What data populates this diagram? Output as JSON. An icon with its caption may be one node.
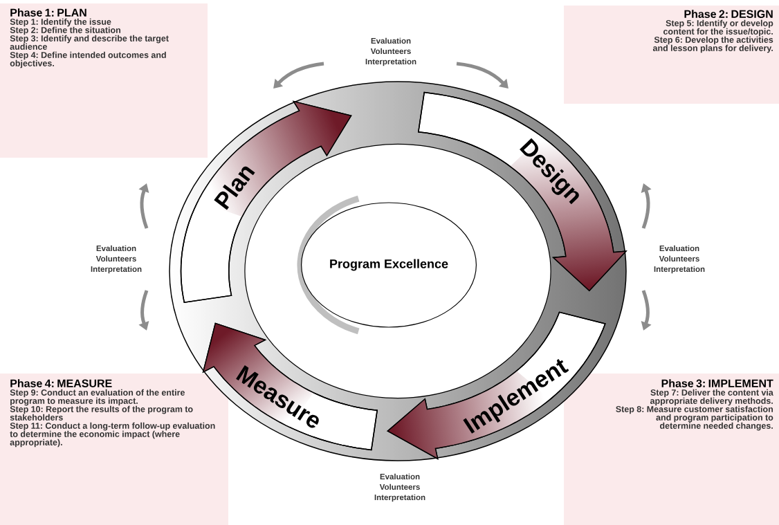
{
  "diagram": {
    "nodes": [
      {
        "text": [
          "Phase 1: PLAN",
          "Step 1: Identify the issue",
          "Step 2: Define the situation",
          "Step 3: Identify and describe the target audience",
          "Step 4: Define intended outcomes and objectives."
        ]
      },
      {
        "text": [
          "Phase 2: DESIGN",
          "Step 5: Identify or develop content for the issue/topic.",
          "Step 6: Develop the activities and lesson plans for delivery."
        ]
      },
      {
        "text": [
          "Plan"
        ]
      },
      {
        "text": [
          "Design"
        ]
      },
      {
        "text": [
          "Program Excellence"
        ]
      },
      {
        "text": [
          "Implement"
        ]
      },
      {
        "text": [
          "Measure"
        ]
      },
      {
        "text": [
          "Phase 4: MEASURE",
          "Step 9: Conduct an evaluation of the entire program to measure its impact.",
          "Step 10: Report the results of the program to stakeholders",
          "Step 11: Conduct a long-term follow-up evaluation to determine the economic impact (where appropriate)."
        ]
      },
      {
        "text": [
          "Phase 3: IMPLEMENT",
          "Step 7: Deliver the content via appropriate delivery methods.",
          "Step 8: Measure customer satisfaction and program participation to determine needed changes."
        ]
      }
    ],
    "labels": [
      "Evaluation Volunteers Interpretation",
      "Evaluation Volunteers Interpretation",
      "Evaluation Volunteers Interpretation",
      "Evaluation Volunteers Interpretation"
    ]
  }
}
